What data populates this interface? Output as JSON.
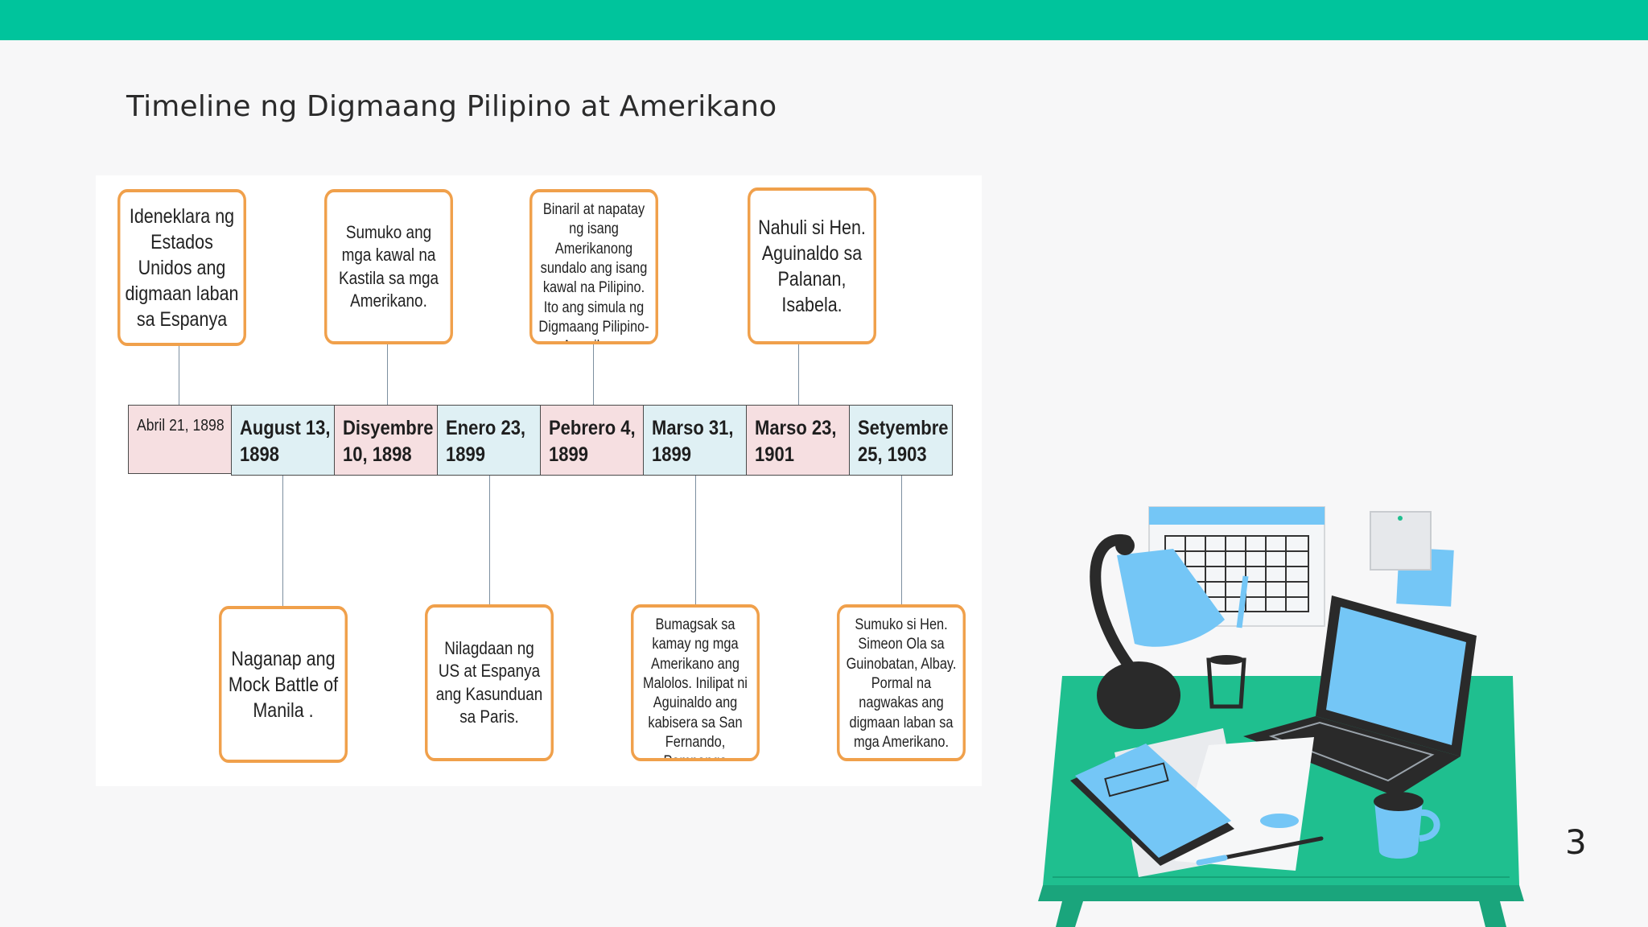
{
  "slide": {
    "title": "Timeline ng Digmaang Pilipino at Amerikano",
    "page_number": "3"
  },
  "timeline": {
    "dates": [
      {
        "line1": "Abril 21, 1898",
        "line2": ""
      },
      {
        "line1": "August 13,",
        "line2": "1898"
      },
      {
        "line1": "Disyembre",
        "line2": "10, 1898"
      },
      {
        "line1": "Enero 23,",
        "line2": "1899"
      },
      {
        "line1": "Pebrero 4,",
        "line2": "1899"
      },
      {
        "line1": "Marso 31,",
        "line2": "1899"
      },
      {
        "line1": "Marso 23,",
        "line2": "1901"
      },
      {
        "line1": "Setyembre",
        "line2": "25, 1903"
      }
    ],
    "events": [
      {
        "text": "Ideneklara ng Estados Unidos ang digmaan laban sa Espanya"
      },
      {
        "text": "Naganap ang Mock Battle of Manila ."
      },
      {
        "text": "Sumuko ang mga kawal na Kastila sa mga Amerikano."
      },
      {
        "text": "Nilagdaan ng US at Espanya ang Kasunduan sa Paris."
      },
      {
        "text": "Binaril at napatay ng isang Amerikanong sundalo ang isang kawal na Pilipino. Ito ang simula ng Digmaang Pilipino-Amerikano"
      },
      {
        "text": "Bumagsak sa kamay ng mga Amerikano ang Malolos. Inilipat ni Aguinaldo ang kabisera sa San Fernando, Pampanga"
      },
      {
        "text": "Nahuli si Hen. Aguinaldo sa Palanan, Isabela."
      },
      {
        "text": "Sumuko si Hen. Simeon Ola sa Guinobatan, Albay. Pormal na nagwakas ang digmaan laban sa mga Amerikano."
      }
    ]
  },
  "colors": {
    "accent": "#00c49c",
    "box_border": "#f0a04b",
    "cell_pink": "#f6dfe1",
    "cell_blue": "#dff0f4",
    "desk_green": "#1fbf8f",
    "illustration_blue": "#74c6f6"
  },
  "illustration": {
    "icons": [
      "desk-lamp-icon",
      "calendar-icon",
      "laptop-icon",
      "notebook-icon",
      "coffee-mug-icon",
      "pencil-cup-icon",
      "sticky-note-icon"
    ]
  }
}
